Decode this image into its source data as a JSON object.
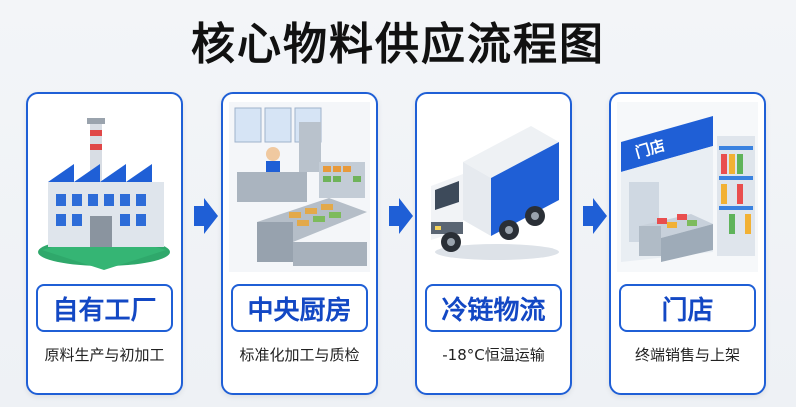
{
  "title": "核心物料供应流程图",
  "steps": [
    {
      "label": "自有工厂",
      "desc": "原料生产与初加工"
    },
    {
      "label": "中央厨房",
      "desc": "标准化加工与质检"
    },
    {
      "label": "冷链物流",
      "desc": "-18°C恒温运输"
    },
    {
      "label": "门店",
      "desc": "终端销售与上架",
      "sign": "门店"
    }
  ],
  "colors": {
    "accent": "#1f5fd6",
    "label_text": "#1348c4"
  }
}
